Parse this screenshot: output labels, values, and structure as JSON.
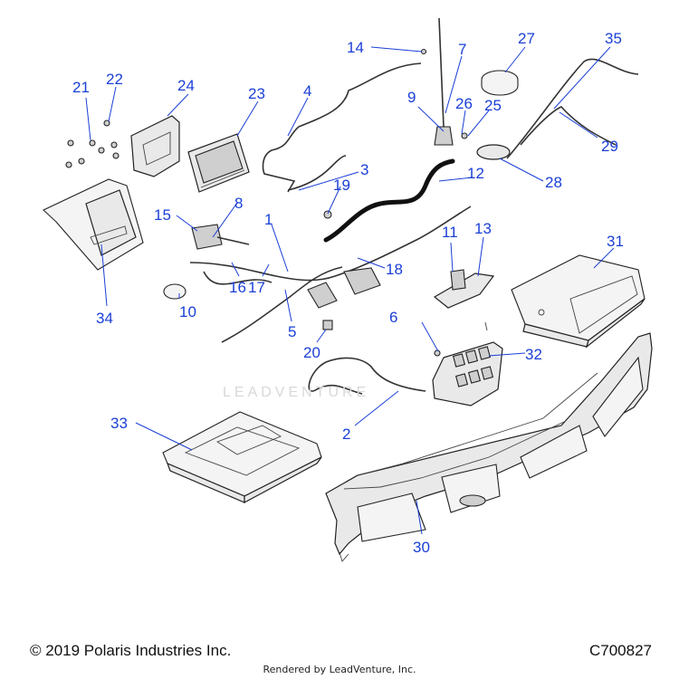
{
  "callouts": [
    {
      "id": "1",
      "label": "1"
    },
    {
      "id": "2",
      "label": "2"
    },
    {
      "id": "3",
      "label": "3"
    },
    {
      "id": "4",
      "label": "4"
    },
    {
      "id": "5",
      "label": "5"
    },
    {
      "id": "6",
      "label": "6"
    },
    {
      "id": "7",
      "label": "7"
    },
    {
      "id": "8",
      "label": "8"
    },
    {
      "id": "9",
      "label": "9"
    },
    {
      "id": "10",
      "label": "10"
    },
    {
      "id": "11",
      "label": "11"
    },
    {
      "id": "12",
      "label": "12"
    },
    {
      "id": "13",
      "label": "13"
    },
    {
      "id": "14",
      "label": "14"
    },
    {
      "id": "15",
      "label": "15"
    },
    {
      "id": "16",
      "label": "16"
    },
    {
      "id": "17",
      "label": "17"
    },
    {
      "id": "18",
      "label": "18"
    },
    {
      "id": "19",
      "label": "19"
    },
    {
      "id": "20",
      "label": "20"
    },
    {
      "id": "21",
      "label": "21"
    },
    {
      "id": "22",
      "label": "22"
    },
    {
      "id": "23",
      "label": "23"
    },
    {
      "id": "24",
      "label": "24"
    },
    {
      "id": "25",
      "label": "25"
    },
    {
      "id": "26",
      "label": "26"
    },
    {
      "id": "27",
      "label": "27"
    },
    {
      "id": "28",
      "label": "28"
    },
    {
      "id": "29",
      "label": "29"
    },
    {
      "id": "30",
      "label": "30"
    },
    {
      "id": "31",
      "label": "31"
    },
    {
      "id": "32",
      "label": "32"
    },
    {
      "id": "33",
      "label": "33"
    },
    {
      "id": "34",
      "label": "34"
    },
    {
      "id": "35",
      "label": "35"
    }
  ],
  "footer": {
    "copyright": "© 2019 Polaris Industries Inc.",
    "diagram_code": "C700827",
    "rendered_by": "Rendered by LeadVenture, Inc."
  },
  "watermark": "LEADVENTURE",
  "colors": {
    "callout": "#1a3fd6",
    "line_art": "#222222",
    "watermark": "#d8d8d8"
  }
}
